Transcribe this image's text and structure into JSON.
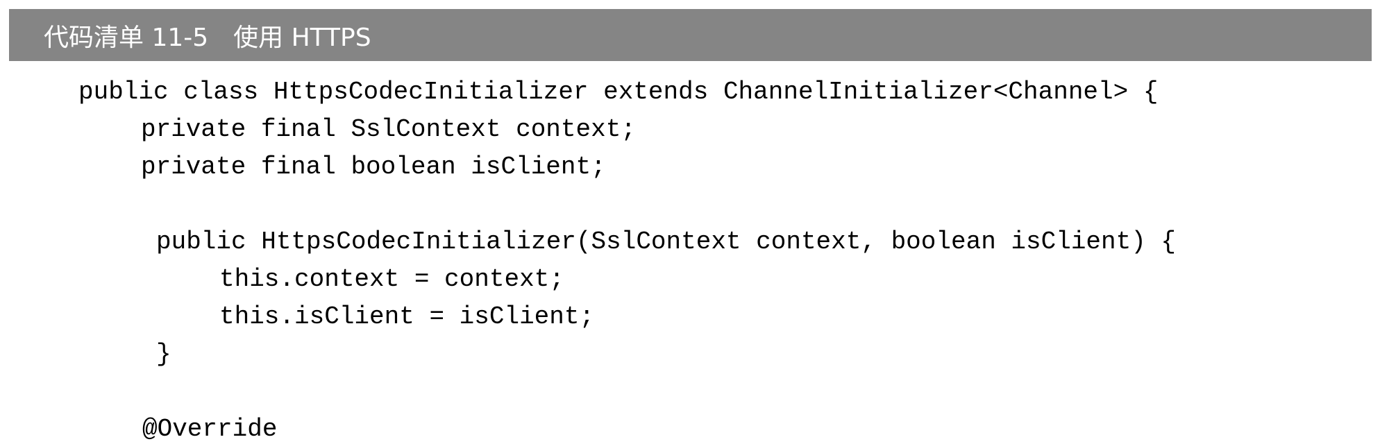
{
  "listing": {
    "title": "代码清单 11-5　使用 HTTPS"
  },
  "code": {
    "lines": [
      "public class HttpsCodecInitializer extends ChannelInitializer<Channel> {",
      "private final SslContext context;",
      "private final boolean isClient;",
      "public HttpsCodecInitializer(SslContext context, boolean isClient) {",
      "this.context = context;",
      "this.isClient = isClient;",
      "}",
      "@Override"
    ]
  }
}
